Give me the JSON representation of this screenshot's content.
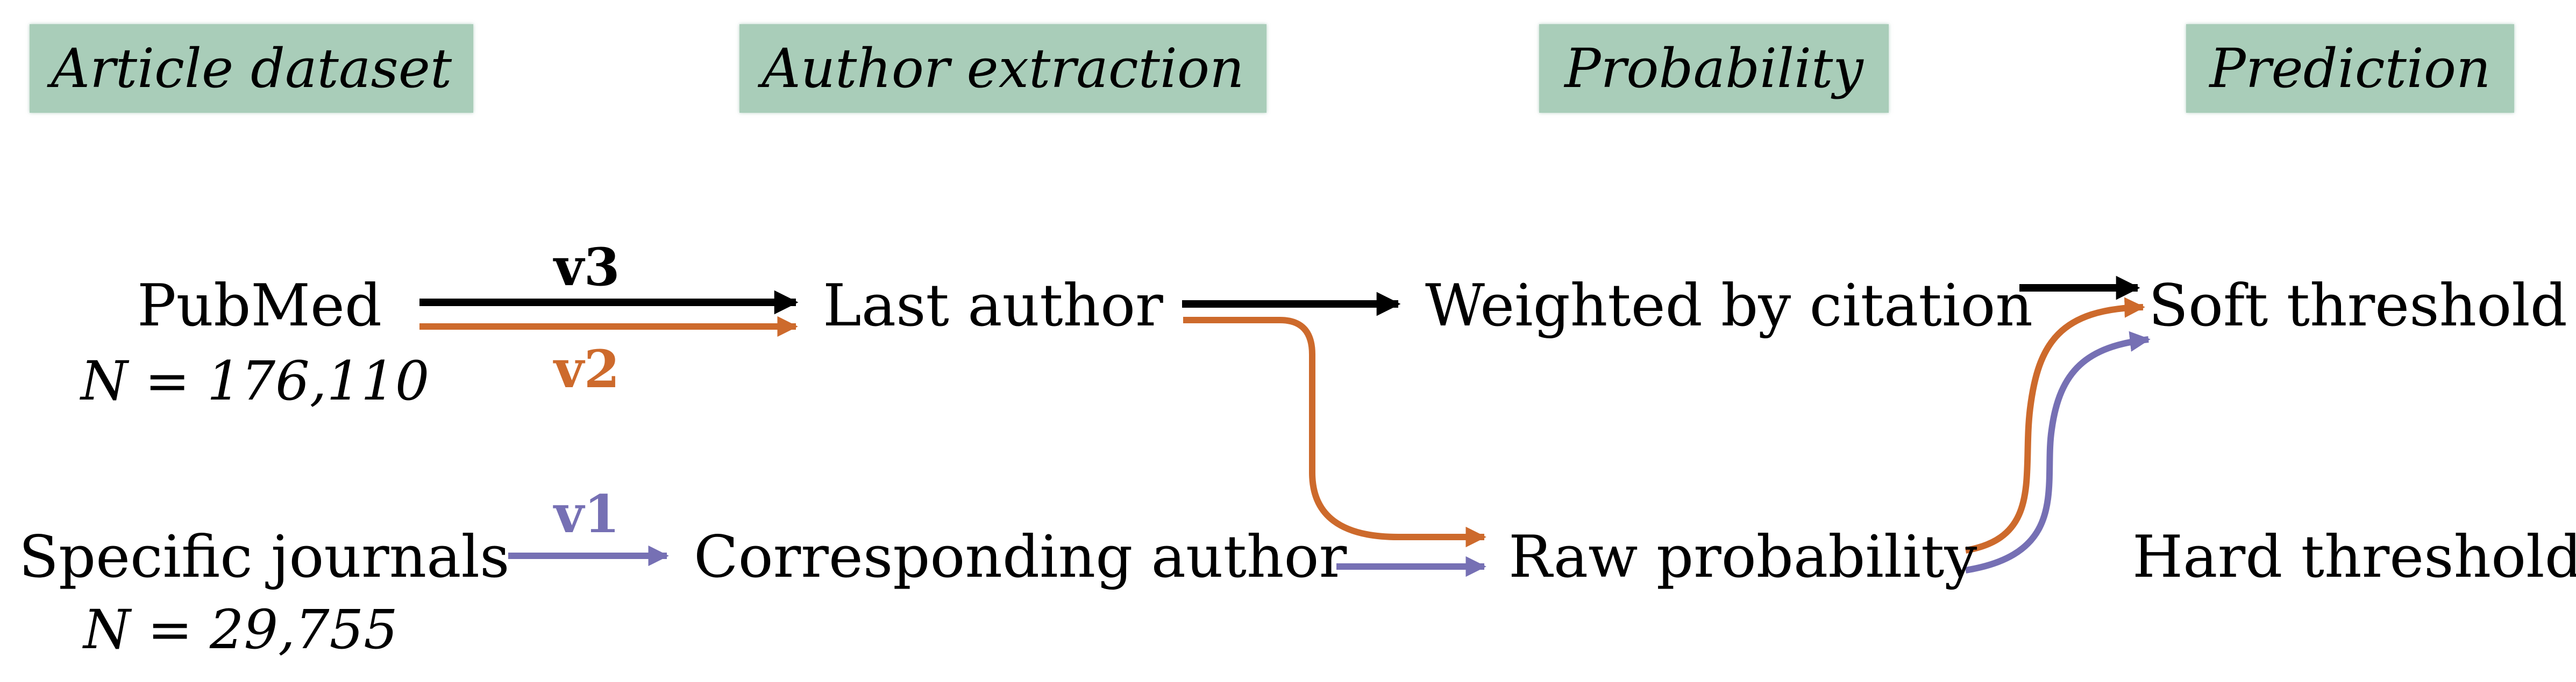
{
  "headers": {
    "article_dataset": "Article dataset",
    "author_extraction": "Author extraction",
    "probability": "Probability",
    "prediction": "Prediction"
  },
  "nodes": {
    "pubmed": "PubMed",
    "pubmed_n": "N = 176,110",
    "specific_journals": "Specific journals",
    "specific_journals_n": "N = 29,755",
    "last_author": "Last author",
    "corresponding_author": "Corresponding author",
    "weighted_by_citation": "Weighted by citation",
    "raw_probability": "Raw probability",
    "soft_threshold": "Soft threshold",
    "hard_threshold": "Hard threshold"
  },
  "versions": {
    "v1": "v1",
    "v2": "v2",
    "v3": "v3"
  },
  "colors": {
    "header_fill": "#a9cdb9",
    "v1": "#7670b4",
    "v2": "#cd6a2c",
    "v3": "#000000"
  }
}
